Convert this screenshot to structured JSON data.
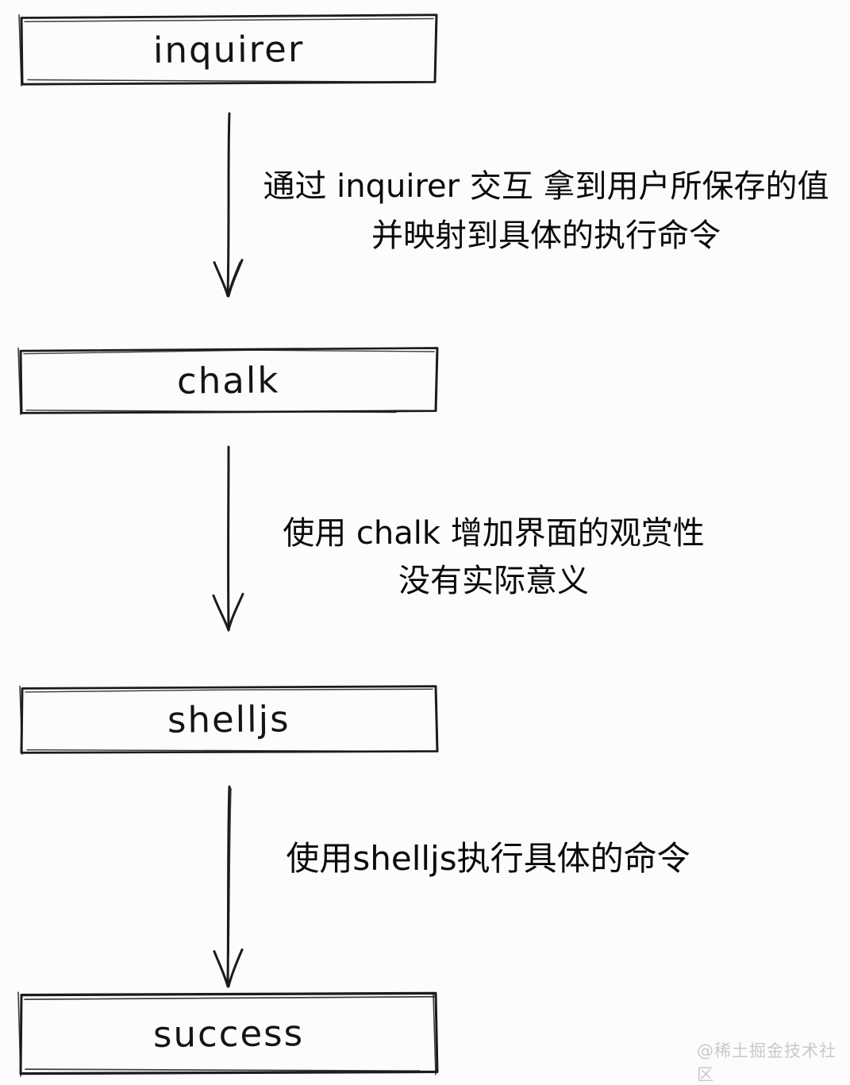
{
  "diagram": {
    "background_color": "#fcfcfc",
    "stroke_color": "#1b1b1b",
    "nodes": [
      {
        "id": "inquirer",
        "label": "inquirer"
      },
      {
        "id": "chalk",
        "label": "chalk"
      },
      {
        "id": "shelljs",
        "label": "shelljs"
      },
      {
        "id": "success",
        "label": "success"
      }
    ],
    "edges": [
      {
        "from": "inquirer",
        "to": "chalk",
        "label_line1": "通过 inquirer 交互 拿到用户所保存的值",
        "label_line2": "并映射到具体的执行命令"
      },
      {
        "from": "chalk",
        "to": "shelljs",
        "label_line1": "使用 chalk 增加界面的观赏性",
        "label_line2": "没有实际意义"
      },
      {
        "from": "shelljs",
        "to": "success",
        "label_line1": "使用shelljs执行具体的命令",
        "label_line2": ""
      }
    ],
    "watermark": "@稀土掘金技术社区"
  }
}
